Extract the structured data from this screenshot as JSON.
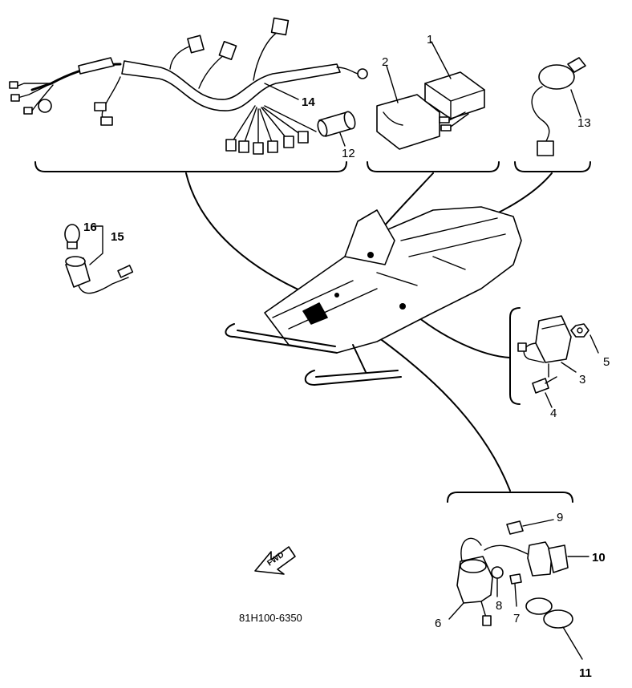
{
  "part_numbers": {
    "cdi_unit": "1",
    "cdi_cover": "2",
    "bracket": "3",
    "bolt_a": "4",
    "nut": "5",
    "ignition_coil": "6",
    "bolt_b": "7",
    "washer": "8",
    "coil_connector": "9",
    "plug_cap": "10",
    "plug_cap_cover": "11",
    "tail_lamp_socket": "12",
    "main_switch": "13",
    "wire_harness": "14",
    "lamp_assembly": "15",
    "bulb": "16"
  },
  "diagram_code": "81H100-6350",
  "fwd_label": "FWD"
}
